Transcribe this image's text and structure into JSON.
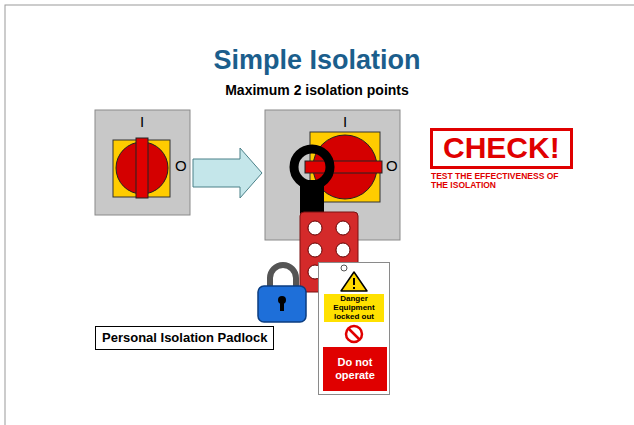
{
  "diagram": {
    "title": "Simple Isolation",
    "nodes": [
      {
        "text": [
          "I",
          "O"
        ]
      },
      {
        "text": [
          "I",
          "O"
        ]
      },
      {
        "text": [
          "CHECK!"
        ]
      },
      {
        "text": [
          "Personal Isolation Padlock"
        ]
      },
      {
        "text": [
          "Danger Equipment locked out",
          "Do not operate"
        ]
      }
    ],
    "edges": [
      {
        "from": 0,
        "to": 1,
        "arrow": "to"
      }
    ],
    "labels": [
      "Maximum 2 isolation points",
      "TEST THE EFFECTIVENESS OF THE ISOLATION"
    ]
  }
}
